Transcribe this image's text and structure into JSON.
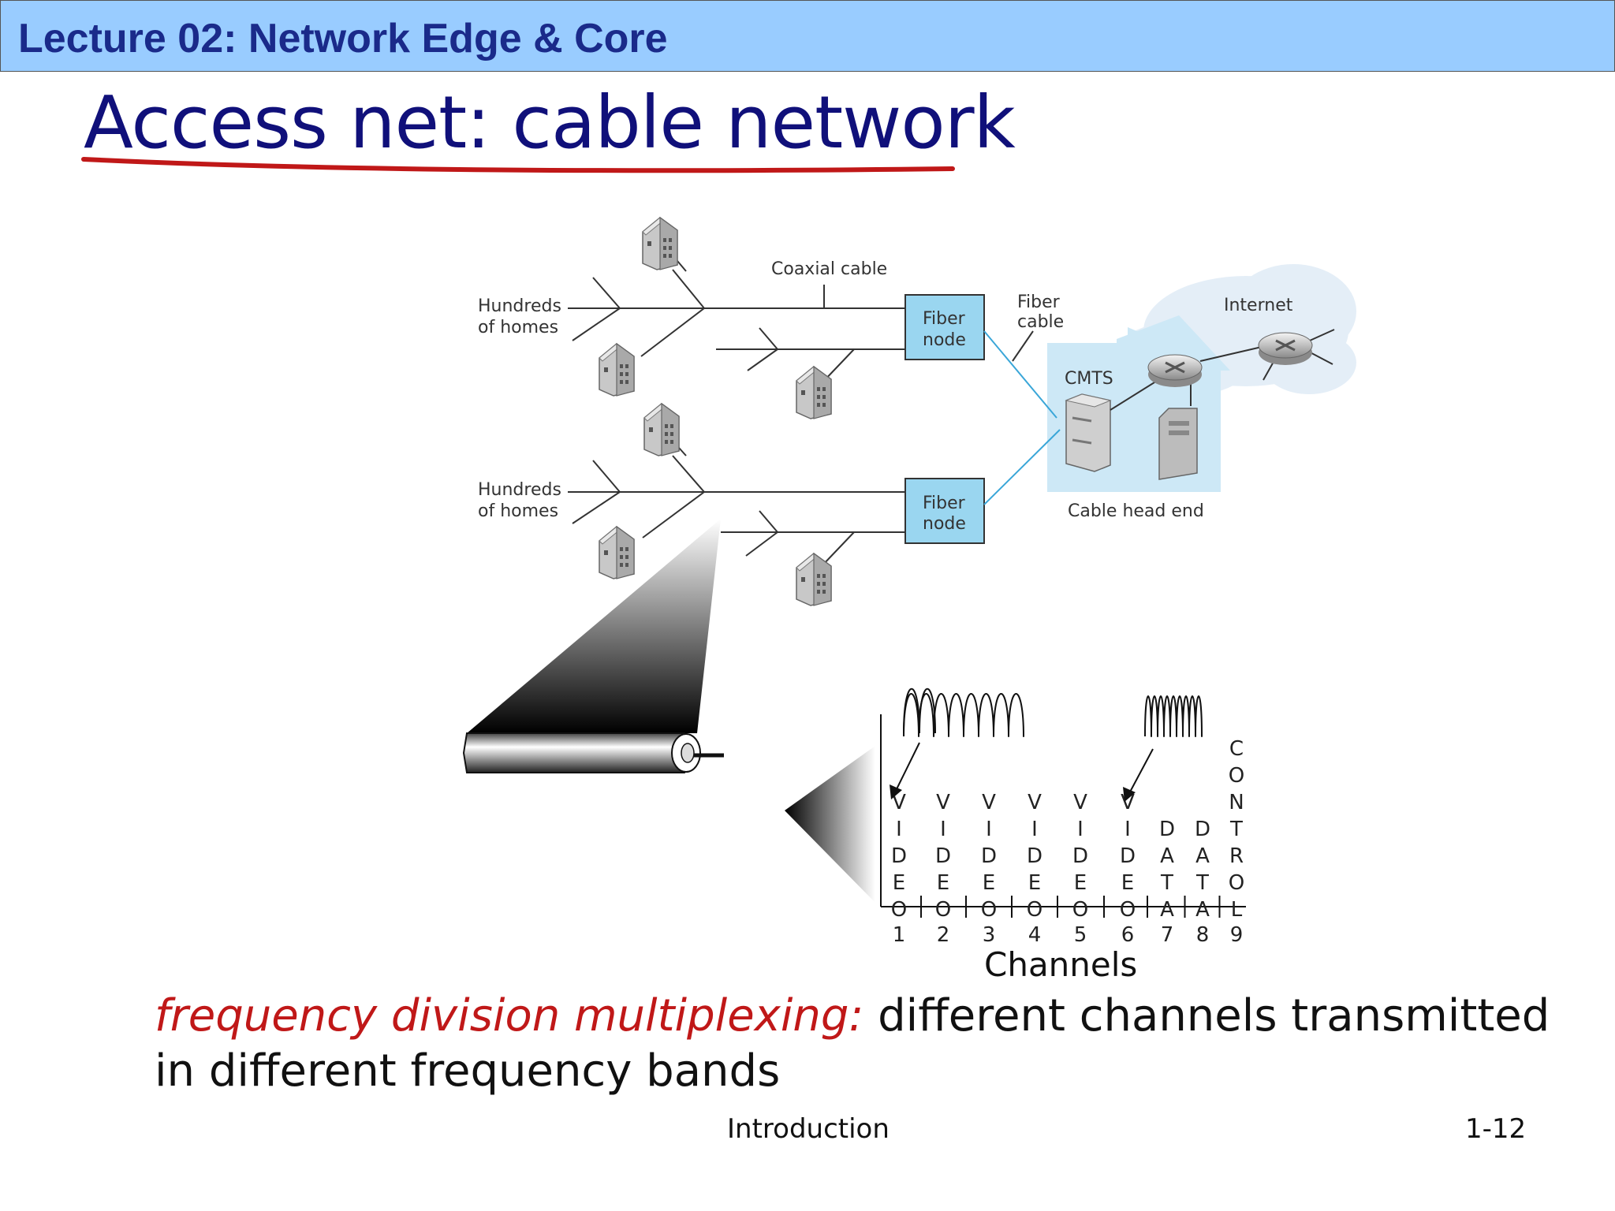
{
  "header": {
    "lecture_title": "Lecture 02: Network Edge & Core"
  },
  "slide": {
    "title": "Access net: cable network"
  },
  "diagram": {
    "labels": {
      "coaxial_cable": "Coaxial cable",
      "hundreds_of_homes": [
        "Hundreds",
        "of homes"
      ],
      "fiber_node": [
        "Fiber",
        "node"
      ],
      "fiber_cable": [
        "Fiber",
        "cable"
      ],
      "cmts": "CMTS",
      "internet": "Internet",
      "cable_head_end": "Cable head end"
    },
    "channels": {
      "axis_label": "Channels",
      "columns": [
        {
          "letters": [
            "V",
            "I",
            "D",
            "E",
            "O"
          ],
          "num": "1"
        },
        {
          "letters": [
            "V",
            "I",
            "D",
            "E",
            "O"
          ],
          "num": "2"
        },
        {
          "letters": [
            "V",
            "I",
            "D",
            "E",
            "O"
          ],
          "num": "3"
        },
        {
          "letters": [
            "V",
            "I",
            "D",
            "E",
            "O"
          ],
          "num": "4"
        },
        {
          "letters": [
            "V",
            "I",
            "D",
            "E",
            "O"
          ],
          "num": "5"
        },
        {
          "letters": [
            "V",
            "I",
            "D",
            "E",
            "O"
          ],
          "num": "6"
        },
        {
          "letters": [
            "D",
            "A",
            "T",
            "A"
          ],
          "num": "7"
        },
        {
          "letters": [
            "D",
            "A",
            "T",
            "A"
          ],
          "num": "8"
        },
        {
          "letters": [
            "C",
            "O",
            "N",
            "T",
            "R",
            "O",
            "L"
          ],
          "num": "9"
        }
      ]
    },
    "colors": {
      "fiber_node_fill": "#9ad6f0",
      "head_end_fill": "#cde8f6",
      "fiber_line": "#3aa6d8"
    }
  },
  "caption": {
    "emphasis": "frequency division multiplexing:",
    "rest": " different channels transmitted",
    "line2": "in different frequency bands"
  },
  "footer": {
    "center": "Introduction",
    "page": "1-12"
  }
}
